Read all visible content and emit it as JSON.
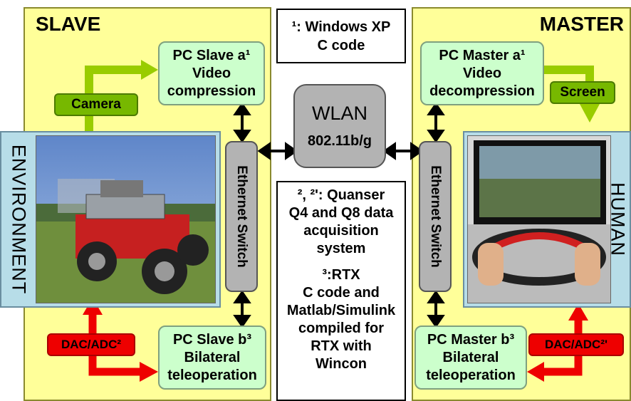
{
  "slave": {
    "title": "SLAVE",
    "pc_a": {
      "line1": "PC Slave a¹",
      "line2": "Video",
      "line3": "compression"
    },
    "pc_b": {
      "line1": "PC Slave b³",
      "line2": "Bilateral",
      "line3": "teleoperation"
    },
    "camera": "Camera",
    "dac": "DAC/ADC²",
    "switch": "Ethernet Switch",
    "side": "ENVIRONMENT"
  },
  "master": {
    "title": "MASTER",
    "pc_a": {
      "line1": "PC Master a¹",
      "line2": "Video",
      "line3": "decompression"
    },
    "pc_b": {
      "line1": "PC Master b³",
      "line2": "Bilateral",
      "line3": "teleoperation"
    },
    "screen": "Screen",
    "dac": "DAC/ADC²'",
    "switch": "Ethernet Switch",
    "side": "HUMAN"
  },
  "wlan": {
    "title": "WLAN",
    "spec": "802.11b/g"
  },
  "notes": {
    "windows": {
      "line1": "¹: Windows XP",
      "line2": "C code"
    },
    "quanser": {
      "line1": "², ²': Quanser",
      "line2": "Q4 and Q8 data",
      "line3": "acquisition",
      "line4": "system"
    },
    "rtx": {
      "line1": "³:RTX",
      "line2": "C code and",
      "line3": "Matlab/Simulink",
      "line4": "compiled for",
      "line5": "RTX with",
      "line6": "Wincon"
    }
  },
  "colors": {
    "panel": "#ffff99",
    "pc_box": "#ccffcc",
    "green_label": "#77b800",
    "red_label": "#ee0000",
    "arrow_green": "#99cc00",
    "arrow_red": "#ee0000",
    "switch": "#b3b3b3",
    "side_box": "#b7dde8"
  }
}
